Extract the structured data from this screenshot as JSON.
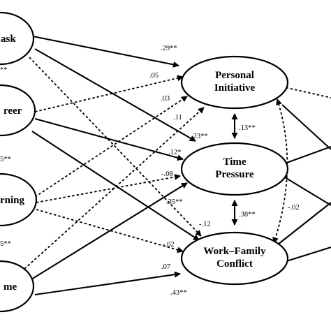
{
  "nodes": {
    "left1": {
      "line1": "ask"
    },
    "left2": {
      "line1": "reer"
    },
    "left3": {
      "line1": "rning"
    },
    "left4": {
      "line1": "me"
    },
    "personal_initiative": {
      "line1": "Personal",
      "line2": "Initiative"
    },
    "time_pressure": {
      "line1": "Time",
      "line2": "Pressure"
    },
    "work_family_conflict": {
      "line1": "Work–Family",
      "line2": "Conflict"
    }
  },
  "coefficients": {
    "c1": ".29**",
    "c2": ".05",
    "c3": ".03",
    "c4": ".11",
    "c5": ".23**",
    "c6": ".12*",
    "c7": "-.08",
    "c8": ".35**",
    "c9": "-.12",
    "c10": "-.02",
    "c11": ".07",
    "c12": ".43**",
    "c13": ".13**",
    "c14": ".38**",
    "c15": "-.02",
    "frag1": "**",
    "frag2": "5**",
    "frag3": "5**"
  },
  "colors": {
    "ink": "#000000",
    "background": "#ffffff"
  }
}
